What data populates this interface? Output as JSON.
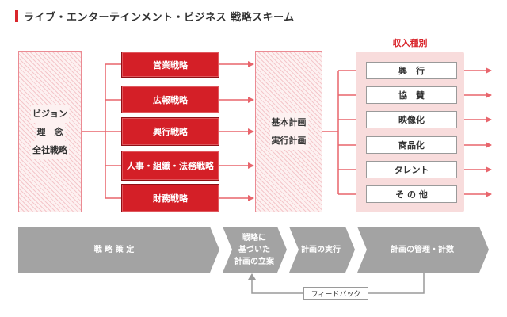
{
  "title": "ライブ・エンターテインメント・ビジネス 戦略スキーム",
  "vision_box": [
    "ビジョン",
    "理　念",
    "全社戦略"
  ],
  "strategies": [
    "営業戦略",
    "広報戦略",
    "興行戦略",
    "人事・組織・法務戦略",
    "財務戦略"
  ],
  "plan_box": [
    "基本計画",
    "実行計画"
  ],
  "revenue": {
    "label": "収入種別",
    "items": [
      "興　行",
      "協　賛",
      "映像化",
      "商品化",
      "タレント",
      "そ の 他"
    ]
  },
  "flow": {
    "stages": [
      "戦 略 策 定",
      "戦略に\n基づいた\n計画の立案",
      "計画の実行",
      "計画の管理・計数"
    ],
    "feedback": "フィードバック"
  },
  "colors": {
    "accent_red": "#d41f27",
    "flow_gray": "#a3a3a3",
    "revenue_bg": "#f8dcdc",
    "arrow_red": "#e8656c"
  }
}
